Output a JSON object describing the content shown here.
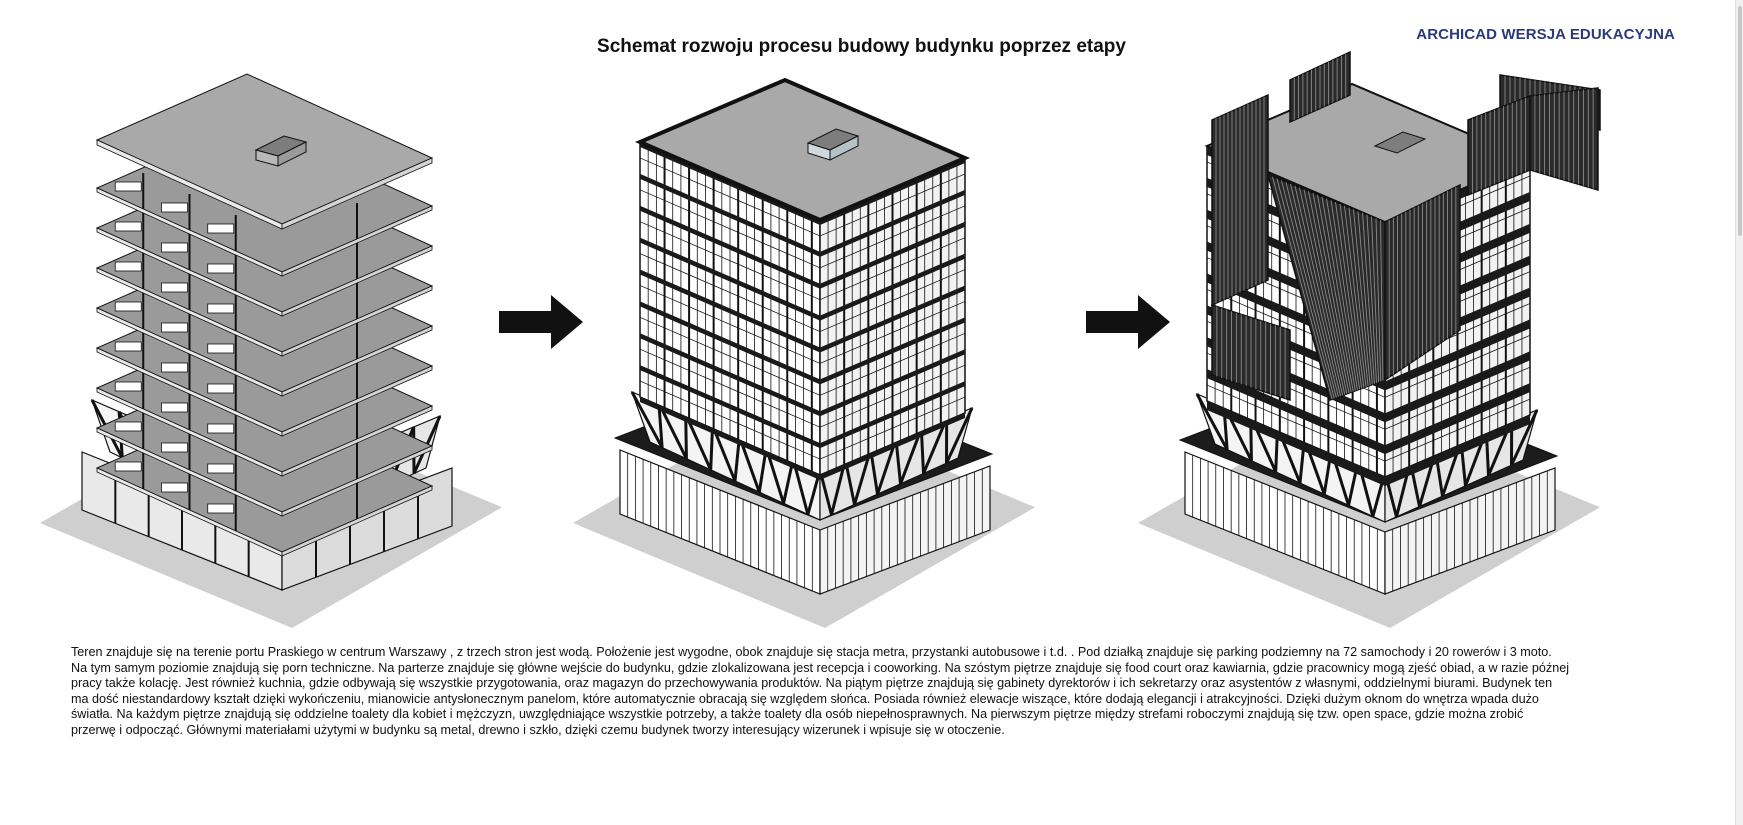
{
  "watermark": "ARCHICAD WERSJA EDUKACYJNA",
  "title": "Schemat rozwoju procesu budowy budynku poprzez etapy",
  "description_lines": [
    "Teren znajduje się na terenie portu Praskiego w centrum Warszawy , z trzech stron jest  wodą. Położenie jest wygodne, obok znajduje się stacja metra, przystanki autobusowe i t.d. . Pod działką znajduje się parking  podziemny na 72 samochody i 20 rowerów i 3 moto.",
    "Na tym samym poziomie znajdują się porn techniczne. Na parterze znajduje się główne wejście do budynku, gdzie zlokalizowana jest recepcja i cooworking. Na szóstym piętrze znajduje się food court oraz kawiarnia, gdzie pracownicy mogą zjeść obiad, a w razie późnej",
    "pracy także kolację. Jest również kuchnia, gdzie odbywają się wszystkie przygotowania, oraz magazyn do przechowywania produktów. Na piątym piętrze znajdują się gabinety dyrektorów i ich sekretarzy oraz asystentów z własnymi, oddzielnymi biurami. Budynek ten",
    "ma dość niestandardowy kształt dzięki wykończeniu, mianowicie antysłonecznym panelom, które automatycznie obracają się względem słońca. Posiada również elewacje wiszące, które dodają elegancji i atrakcyjności. Dzięki dużym oknom do wnętrza wpada dużo",
    "światła. Na każdym piętrze znajdują się oddzielne toalety dla kobiet i mężczyzn, uwzględniające wszystkie potrzeby, a także toalety dla osób niepełnosprawnych. Na pierwszym piętrze między strefami roboczymi znajdują się tzw. open space, gdzie można zrobić",
    "przerwę i odpocząć. Głównymi materiałami użytymi w budynku są metal, drewno i szkło, dzięki czemu budynek tworzy interesujący wizerunek i wpisuje się w otoczenie."
  ],
  "stages": [
    {
      "id": "structure",
      "floors": 8
    },
    {
      "id": "facade",
      "floors": 8
    },
    {
      "id": "panels",
      "floors": 8
    }
  ],
  "colors": {
    "slab": "#9a9a9a",
    "roof": "#a9a9a9",
    "ground": "#cfcfcf",
    "line": "#111111",
    "panel": "#2a2a2a",
    "watermark": "#2b3a7a"
  }
}
